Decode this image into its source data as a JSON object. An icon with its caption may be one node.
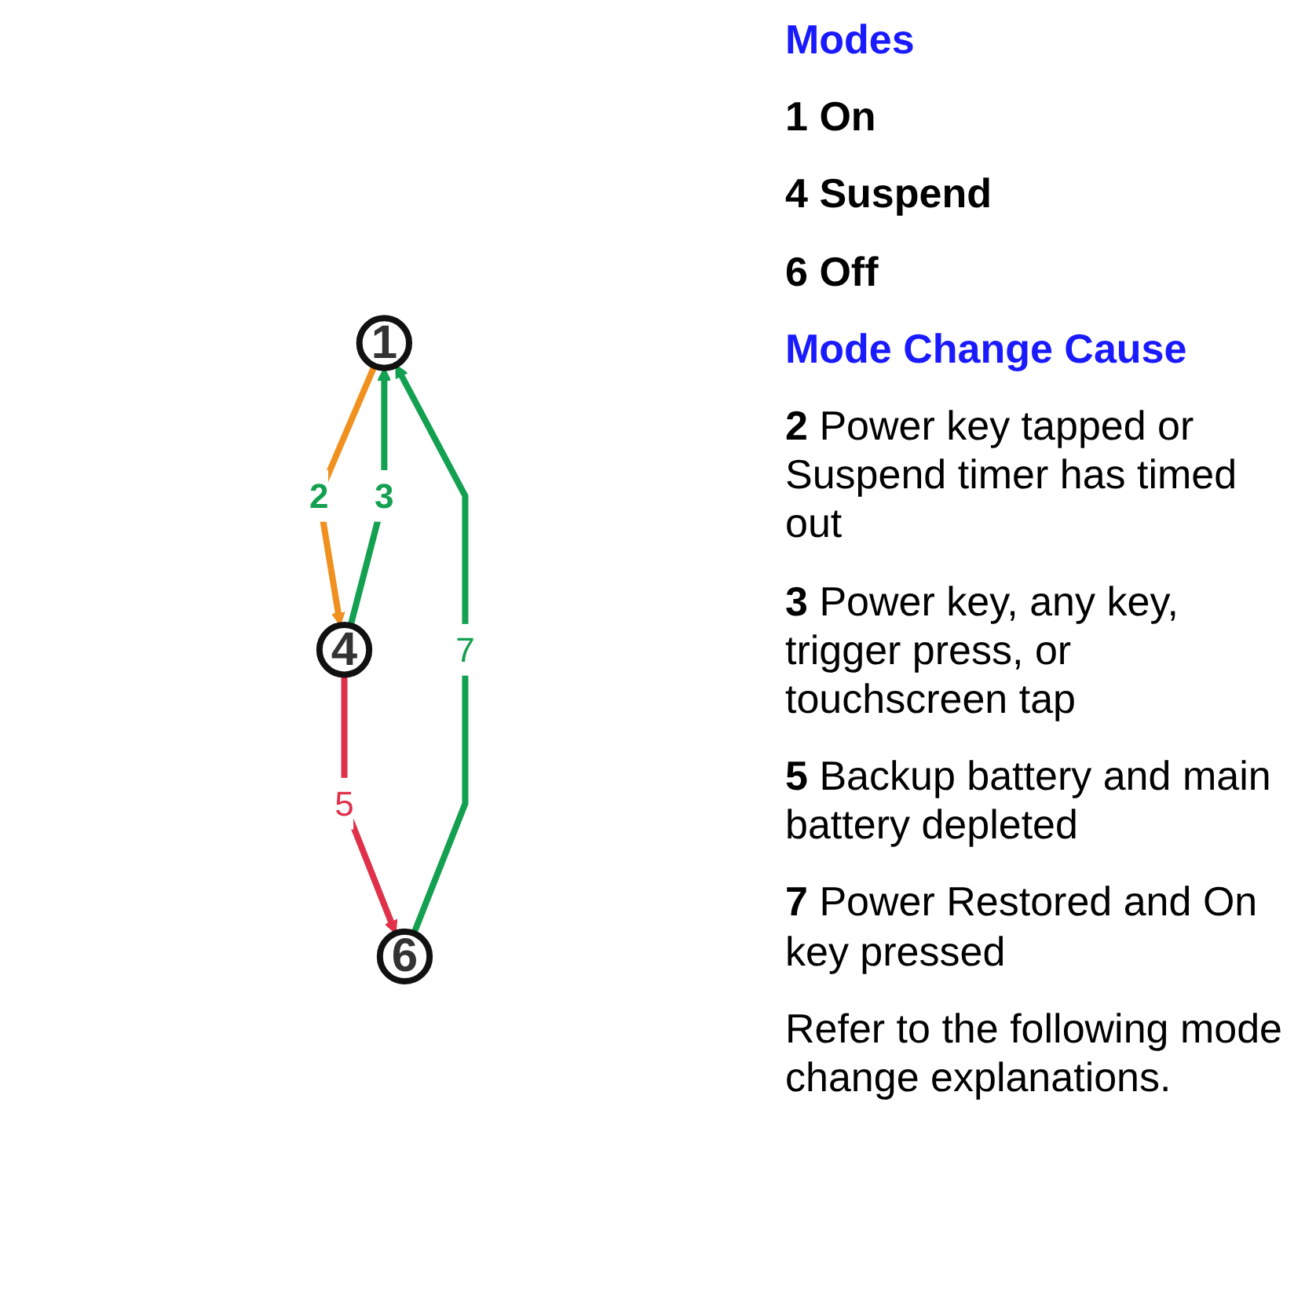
{
  "diagram": {
    "nodes": [
      {
        "text": [
          "1"
        ]
      },
      {
        "text": [
          "4"
        ]
      },
      {
        "text": [
          "6"
        ]
      }
    ],
    "edges": [
      {
        "from": 0,
        "to": 1,
        "arrow": "to",
        "label": "2",
        "color": "#f0901e"
      },
      {
        "from": 1,
        "to": 0,
        "arrow": "to",
        "label": "3"
      },
      {
        "from": 1,
        "to": 2,
        "arrow": "to",
        "label": "5",
        "color": "#e0304a"
      },
      {
        "from": 2,
        "to": 0,
        "arrow": "to",
        "label": "7"
      }
    ],
    "labels": [
      "Modes",
      "**1** **On**",
      "**4** **Suspend**",
      "**6** **Off**",
      "Mode Change Cause",
      "**2** Power key tapped or Suspend timer has timed out",
      "**3** Power key, any key, trigger press, or touchscreen tap",
      "**5** Backup battery and main battery depleted",
      "**7** Power Restored and On key pressed",
      "Refer to the following mode change explanations."
    ]
  }
}
